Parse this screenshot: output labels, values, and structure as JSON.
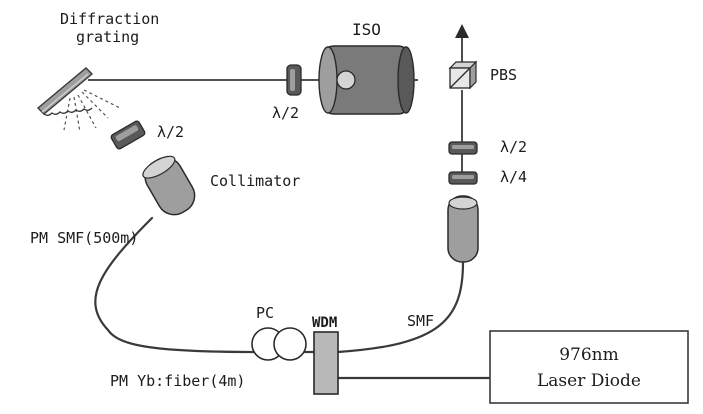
{
  "labels": {
    "diffraction_grating_line1": "Diffraction",
    "diffraction_grating_line2": "grating",
    "iso": "ISO",
    "pbs": "PBS",
    "halfwave_top": "λ/2",
    "halfwave_grating": "λ/2",
    "halfwave_right": "λ/2",
    "quarterwave_right": "λ/4",
    "collimator": "Collimator",
    "pm_smf": "PM SMF(500m)",
    "pc": "PC",
    "wdm": "WDM",
    "smf": "SMF",
    "pm_yb_fiber": "PM Yb:fiber(4m)",
    "laser_line1": "976nm",
    "laser_line2": "Laser Diode"
  },
  "colors": {
    "line": "#3a3a3a",
    "component_fill": "#9e9e9e",
    "component_dark": "#595959",
    "component_light": "#d4d4d4",
    "background": "#ffffff"
  }
}
